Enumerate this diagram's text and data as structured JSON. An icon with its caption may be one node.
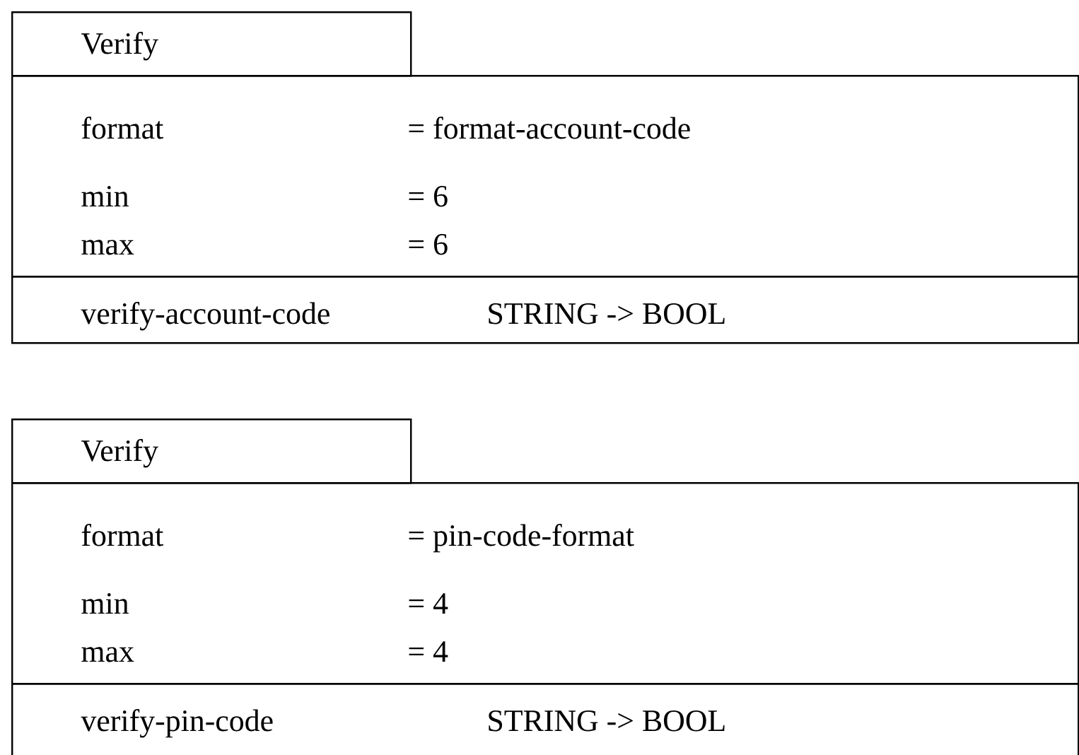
{
  "diagram": {
    "nodes": [
      {
        "text": [
          "Verify"
        ]
      },
      {
        "text": [
          "format",
          "= format-account-code",
          "min",
          "= 6",
          "max",
          "= 6"
        ]
      },
      {
        "text": [
          "verify-account-code",
          "STRING -> BOOL"
        ]
      },
      {
        "text": [
          "Verify"
        ]
      },
      {
        "text": [
          "format",
          "= pin-code-format",
          "min",
          "= 4",
          "max",
          "= 4"
        ]
      },
      {
        "text": [
          "verify-pin-code",
          "STRING -> BOOL"
        ]
      }
    ]
  }
}
